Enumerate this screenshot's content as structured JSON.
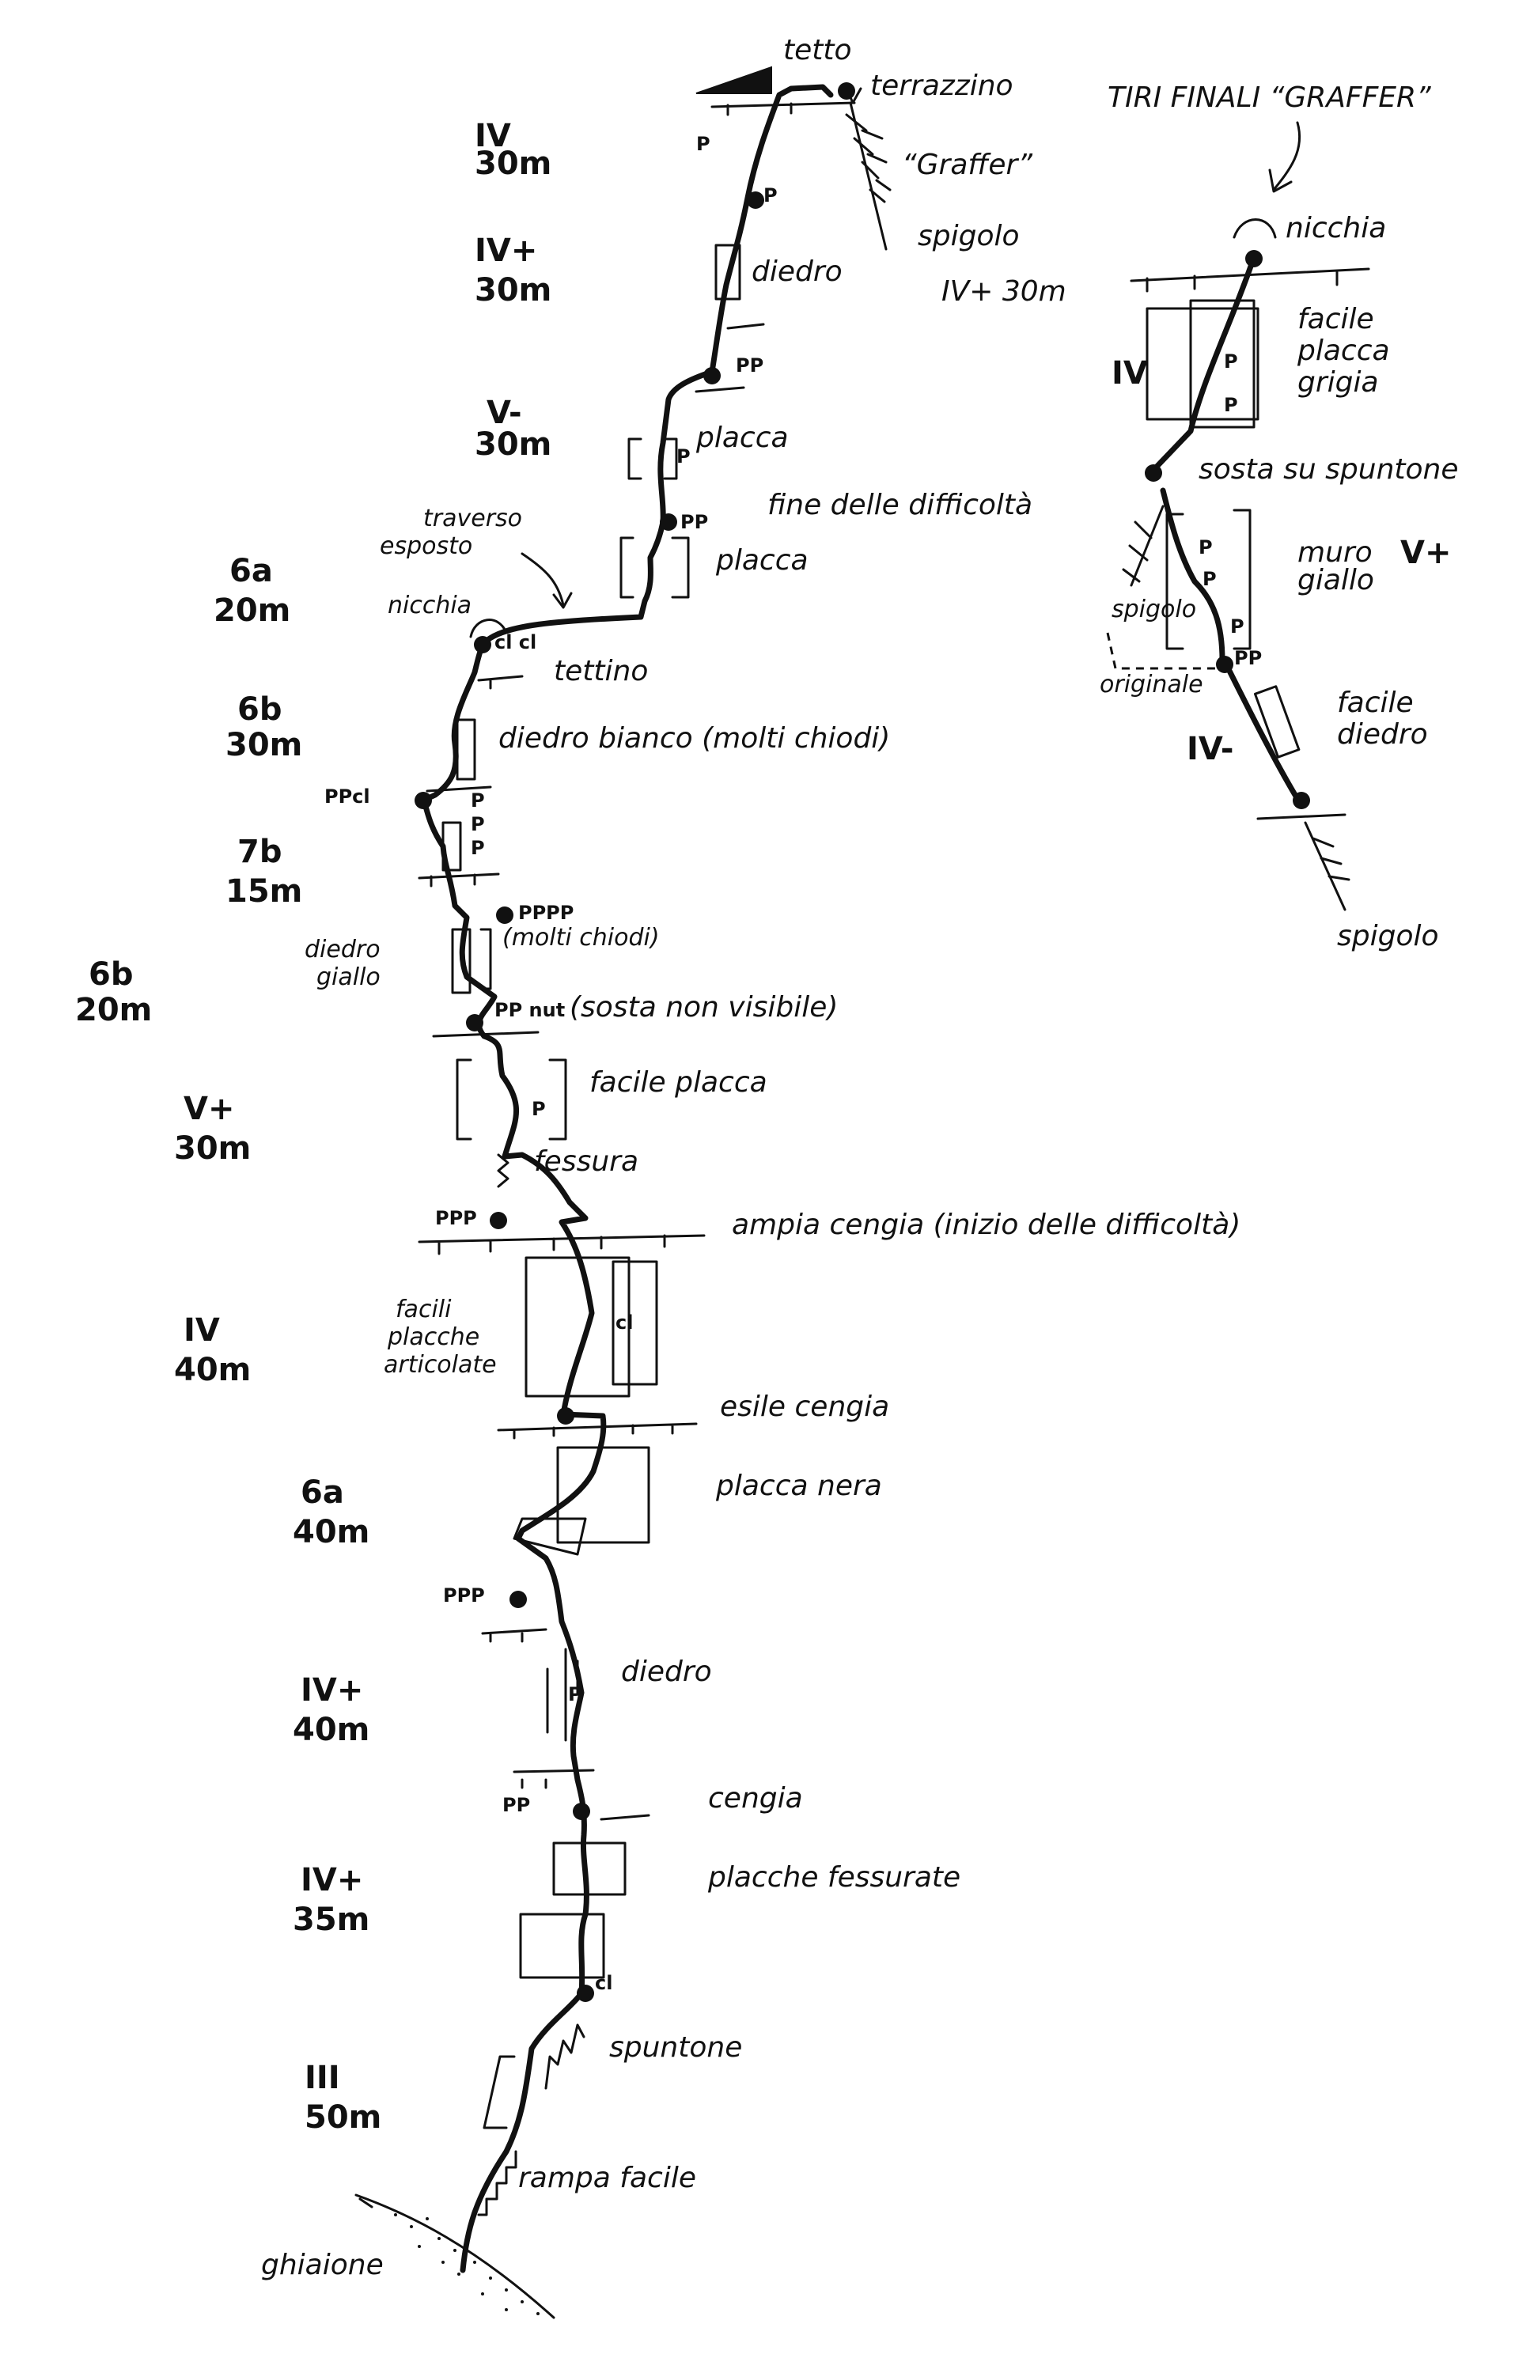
{
  "colors": {
    "ink": "#111111",
    "paper": "#ffffff"
  },
  "header": {
    "title": "TIRI FINALI “GRAFFER”"
  },
  "main_route": {
    "grades": [
      {
        "grade": "IV",
        "length": "30m"
      },
      {
        "grade": "IV+",
        "length": "30m"
      },
      {
        "grade": "V-",
        "length": "30m"
      },
      {
        "grade": "6a",
        "length": "20m"
      },
      {
        "grade": "6b",
        "length": "30m"
      },
      {
        "grade": "7b",
        "length": "15m"
      },
      {
        "grade": "6b",
        "length": "20m"
      },
      {
        "grade": "V+",
        "length": "30m"
      },
      {
        "grade": "IV",
        "length": "40m"
      },
      {
        "grade": "6a",
        "length": "40m"
      },
      {
        "grade": "IV+",
        "length": "40m"
      },
      {
        "grade": "IV+",
        "length": "35m"
      },
      {
        "grade": "III",
        "length": "50m"
      }
    ],
    "features": {
      "tetto": "tetto",
      "terrazzino": "terrazzino",
      "graffer": "“Graffer”",
      "spigolo": "spigolo",
      "spigolo_grade": "IV+ 30m",
      "diedro_top": "diedro",
      "placca_upper": "placca",
      "fine_difficolta": "fine delle difficoltà",
      "traverso": "traverso",
      "esposto": "esposto",
      "placca_mid": "placca",
      "nicchia": "nicchia",
      "tettino": "tettino",
      "diedro_bianco": "diedro bianco (molti chiodi)",
      "molti_chiodi": "(molti chiodi)",
      "diedro_giallo_1": "diedro",
      "diedro_giallo_2": "giallo",
      "sosta_non_visibile": "(sosta non visibile)",
      "facile_placca": "facile placca",
      "fessura": "fessura",
      "ampia_cengia": "ampia cengia (inizio delle difficoltà)",
      "facili_1": "facili",
      "facili_2": "placche",
      "facili_3": "articolate",
      "esile_cengia": "esile cengia",
      "placca_nera": "placca nera",
      "diedro_low": "diedro",
      "cengia": "cengia",
      "placche_fessurate": "placche fessurate",
      "spuntone": "spuntone",
      "rampa_facile": "rampa facile",
      "ghiaione": "ghiaione"
    },
    "anchors": {
      "pp": "PP",
      "ppp": "PPP",
      "ppcl": "PPcl",
      "pppp": "PPPP",
      "ppnut": "PP nut",
      "clcl": "cl cl",
      "cl": "cl",
      "p": "P"
    }
  },
  "finale": {
    "nicchia": "nicchia",
    "placca_1": "facile",
    "placca_2": "placca",
    "placca_3": "grigia",
    "grade_iv": "IV",
    "sosta_spuntone": "sosta su spuntone",
    "muro_1": "muro",
    "muro_2": "giallo",
    "muro_grade": "V+",
    "spigolo_small": "spigolo",
    "originale": "originale",
    "diedro_1": "facile",
    "diedro_2": "diedro",
    "grade_ivm": "IV-",
    "spigolo_bottom": "spigolo"
  }
}
